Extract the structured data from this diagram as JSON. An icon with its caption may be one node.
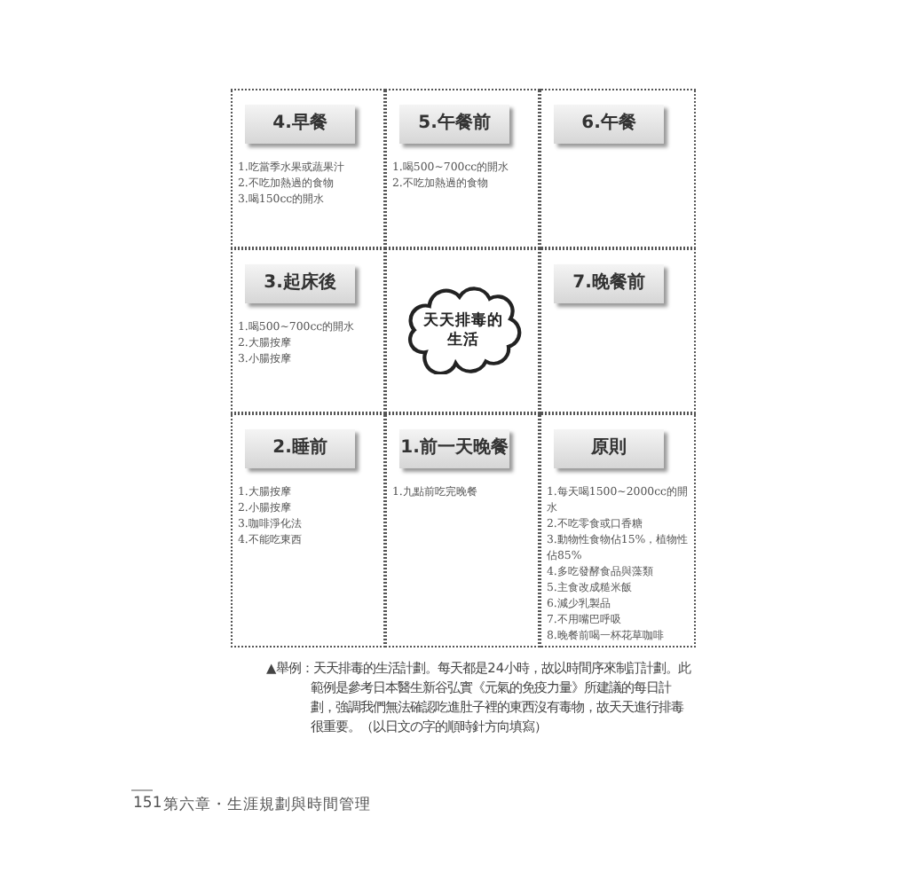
{
  "diagram": {
    "caption": "▲舉例：天天排毒的生活計劃。每天都是24小時，故以時間序來制訂計劃。此範例是參考日本醫生新谷弘實《元氣的免疫力量》所建議的每日計劃，強調我們無法確認吃進肚子裡的東西沒有毒物，故天天進行排毒很重要。（以日文の字的順時針方向填寫）",
    "nodes": [
      {
        "text": [
          "4.早餐",
          "1.吃當季水果或蔬果汁",
          "2.不吃加熱過的食物",
          "3.喝150cc的開水"
        ]
      },
      {
        "text": [
          "5.午餐前",
          "1.喝500~700cc的開水",
          "2.不吃加熱過的食物"
        ]
      },
      {
        "text": [
          "6.午餐"
        ]
      },
      {
        "text": [
          "3.起床後",
          "1.喝500~700cc的開水",
          "2.大腸按摩",
          "3.小腸按摩"
        ]
      },
      {
        "text": [],
        "shape": "box"
      },
      {
        "text": [
          "天天排毒的生活"
        ],
        "in": 4
      },
      {
        "text": [
          "7.晚餐前"
        ]
      },
      {
        "text": [
          "2.睡前",
          "1.大腸按摩",
          "2.小腸按摩",
          "3.咖啡淨化法",
          "4.不能吃東西"
        ]
      },
      {
        "text": [
          "1.前一天晚餐",
          "1.九點前吃完晚餐"
        ]
      },
      {
        "text": [
          "原則",
          "1.每天喝1500~2000cc的開水",
          "2.不吃零食或口香糖",
          "3.動物性食物佔15%，植物性佔85%",
          "4.多吃發酵食品與藻類",
          "5.主食改成糙米飯",
          "6.減少乳製品",
          "7.不用嘴巴呼吸",
          "8.晚餐前喝一杯花草咖啡"
        ]
      }
    ],
    "labels": [
      "151",
      "第六章・生涯規劃與時間管理"
    ]
  }
}
